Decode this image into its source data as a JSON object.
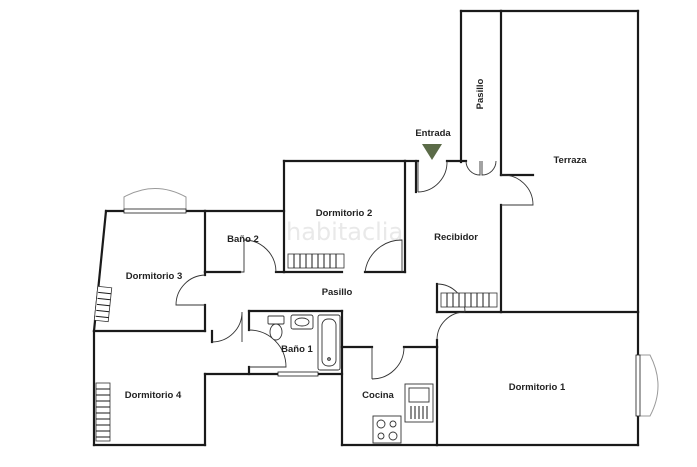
{
  "plan": {
    "entrance_label": "Entrada",
    "watermark": "habitaclia",
    "rooms": {
      "terraza": "Terraza",
      "pasillo_exterior": "Pasillo",
      "dormitorio_2": "Dormitorio 2",
      "recibidor": "Recibidor",
      "bano_2": "Baño 2",
      "dormitorio_3": "Dormitorio 3",
      "pasillo": "Pasillo",
      "bano_1": "Baño 1",
      "dormitorio_4": "Dormitorio 4",
      "cocina": "Cocina",
      "dormitorio_1": "Dormitorio 1"
    },
    "colors": {
      "wall": "#1a1a1a",
      "entrance_marker": "#5b6b48"
    }
  }
}
